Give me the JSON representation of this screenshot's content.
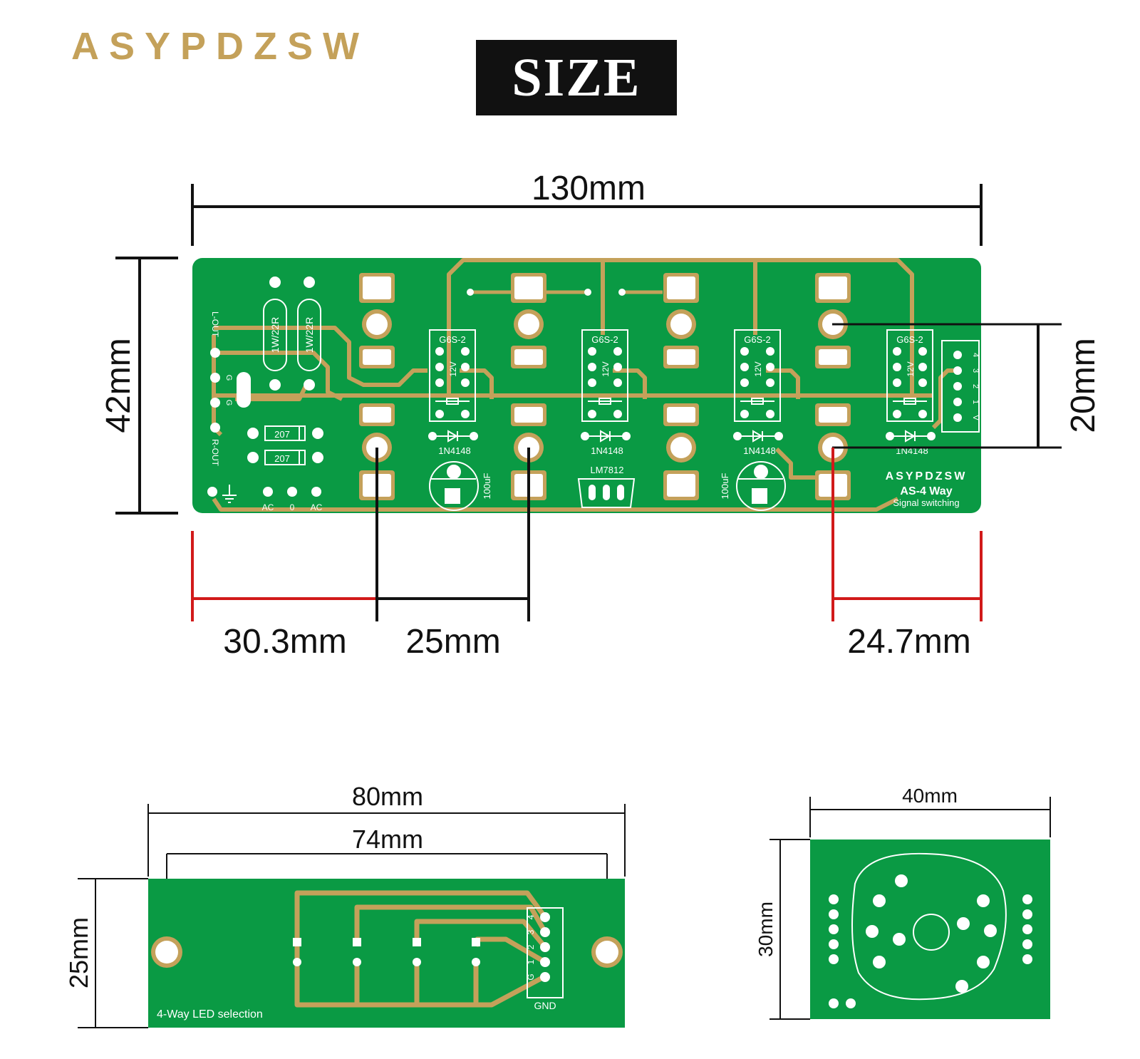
{
  "brand": "ASYPDZSW",
  "title": "SIZE",
  "main_board": {
    "width_label": "130mm",
    "height_label": "42mm",
    "hole_spacing_label": "20mm",
    "left_offset_label": "30.3mm",
    "pitch_label": "25mm",
    "right_offset_label": "24.7mm",
    "board_brand": "ASYPDZSW",
    "board_model": "AS-4 Way",
    "board_function": "Signal switching",
    "relay_label": "G6S-2",
    "relay_voltage": "12V",
    "diode_label": "1N4148",
    "regulator_label": "LM7812",
    "cap_label": "100uF",
    "resistor_label": "1W/22R",
    "rectifier_label": "207",
    "l_out": "L-OUT",
    "r_out": "R-OUT",
    "g_label": "G",
    "ac_label": "AC",
    "zero_label": "0",
    "conn_labels": [
      "4",
      "3",
      "2",
      "1",
      "V"
    ]
  },
  "led_board": {
    "width_label": "80mm",
    "hole_spacing_label": "74mm",
    "height_label": "25mm",
    "caption": "4-Way LED selection",
    "gnd_label": "GND",
    "conn_labels": [
      "4",
      "3",
      "2",
      "1",
      "G"
    ]
  },
  "knob_board": {
    "width_label": "40mm",
    "height_label": "30mm"
  },
  "colors": {
    "pcb_green": "#0a9a44",
    "trace_gold": "#c4a15a",
    "dim_red": "#d11a1a",
    "pad_white": "#ffffff"
  }
}
